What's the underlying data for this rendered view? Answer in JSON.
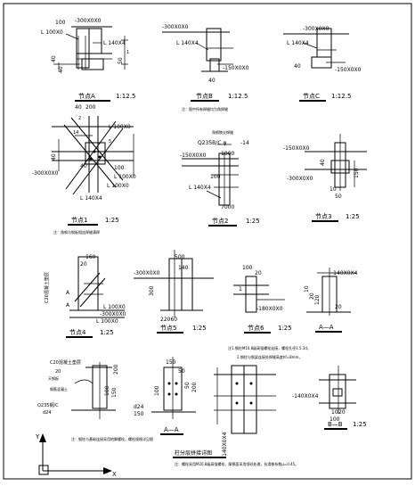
{
  "details": {
    "a": {
      "title": "节点A",
      "scale": "1:12.5",
      "labels": [
        "100",
        "-300X0X0",
        "L 100X0",
        "L 140X4",
        "1",
        "40",
        "40",
        "50"
      ]
    },
    "b": {
      "title": "节点B",
      "scale": "1:12.5",
      "labels": [
        "-300X0X0",
        "L 140X4",
        "40",
        "-150X0X0"
      ],
      "note": "注：图中所有焊缝均为角焊缝"
    },
    "c": {
      "title": "节点C",
      "scale": "1:12.5",
      "labels": [
        "-300X0X0",
        "L 140X4",
        "40",
        "-150X0X0"
      ]
    },
    "a1": {
      "title": "节点1",
      "scale": "1:25",
      "labels": [
        "40",
        "200",
        "L 100X0",
        "2",
        "14",
        "5",
        "40",
        "40",
        "-300X0X0",
        "100",
        "L 100X0",
        "L 100X0",
        "L 140X4"
      ],
      "note": "注：角钢与钢板相连焊缝满焊"
    },
    "a2": {
      "title": "节点2",
      "scale": "1:25",
      "labels": [
        "角钢肢尖焊缝",
        "Q235B/C φ",
        "-14",
        "-150X0X0",
        "1000",
        "100",
        "L 140X4",
        "7000"
      ]
    },
    "a3": {
      "title": "节点3",
      "scale": "1:25",
      "labels": [
        "-150X0X0",
        "40",
        "-300X0X0",
        "10",
        "150",
        "50"
      ]
    },
    "n4": {
      "title": "节点4",
      "scale": "1:25",
      "labels": [
        "160",
        "20",
        "C20混凝土垫层",
        "A",
        "A",
        "L 100X0",
        "-300X0X0",
        "L 100X0"
      ]
    },
    "n5": {
      "title": "节点5",
      "scale": "1:25",
      "labels": [
        "500",
        "140",
        "-300X0X0",
        "300",
        "22060"
      ]
    },
    "n6": {
      "title": "节点6",
      "scale": "1:25",
      "labels": [
        "100",
        "20",
        "1",
        "-180X0X0"
      ]
    },
    "aa1": {
      "title": "A—A",
      "labels": [
        "-140X0X4",
        "10",
        "20",
        "120",
        "20"
      ]
    },
    "bottom_left": {
      "labels": [
        "C20混凝土垫层",
        "20",
        "天钢板",
        "钢筋混凝土",
        "Q235钢/C",
        "d24",
        "200",
        "150",
        "100"
      ],
      "note": "注：钢柱与基础连接采用地脚螺栓，螺栓规格详见图"
    },
    "bottom_mid": {
      "title": "A—A",
      "labels": [
        "150",
        "50",
        "100",
        "50",
        "200",
        "d24",
        "150"
      ]
    },
    "bottom_right": {
      "title": "B—B",
      "scale": "1:25",
      "labels": [
        "-140X0X4",
        "10",
        "20",
        "100"
      ]
    },
    "bottom_center": {
      "labels": [
        "-140X0X4"
      ],
      "notes": [
        "注1.钢柱M10.8级高强螺栓连接，螺栓孔径1.5.3d。",
        "2.钢柱与钢梁连接处焊缝高度hf=8mm。"
      ],
      "table_title": "柱分层拼接详图",
      "footer": "注：螺栓采用M20.8级高强螺栓，摩擦面采用喷砂处理，抗滑移系数μ=0.45。"
    }
  },
  "axes": {
    "x": "X",
    "y": "Y"
  }
}
